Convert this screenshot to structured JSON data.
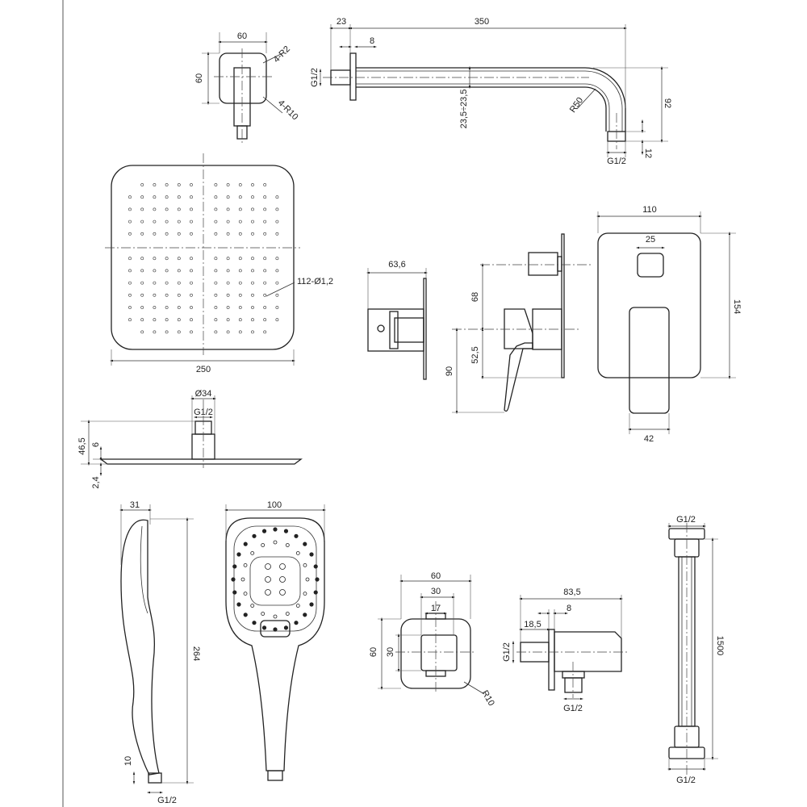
{
  "wall_bracket": {
    "width": "60",
    "height": "60",
    "corner_small": "4-R2",
    "corner_large": "4-R10"
  },
  "shower_arm": {
    "flange_offset": "23",
    "length": "350",
    "flange_thickness": "8",
    "inlet_thread": "G1/2",
    "pipe_diameter": "23,5÷23,5",
    "bend_radius": "R50",
    "drop": "92",
    "nipple_length": "12",
    "outlet_thread": "G1/2"
  },
  "overhead_shower": {
    "nozzles": "112-Ø1,2",
    "width": "250",
    "connector_diameter": "Ø34",
    "thread": "G1/2",
    "total_height": "46,5",
    "connector_height": "6",
    "plate_thickness": "2,4"
  },
  "mixer": {
    "side_depth": "63,6",
    "upper_offset": "68",
    "lower_offset": "52,5",
    "lever_drop": "90",
    "plate_width": "110",
    "diverter_width": "25",
    "plate_height": "154",
    "lever_width": "42"
  },
  "hand_shower": {
    "thickness": "31",
    "length": "264",
    "thread_length": "10",
    "thread": "G1/2",
    "head_width": "100"
  },
  "wall_outlet": {
    "plate_width": "60",
    "inner_width": "30",
    "outlet_width": "17",
    "plate_height": "60",
    "inner_height": "30",
    "corner_radius": "R10",
    "depth": "83,5",
    "flange": "8",
    "outlet_offset": "18,5",
    "inlet_thread": "G1/2",
    "outlet_thread": "G1/2"
  },
  "hose": {
    "top_thread": "G1/2",
    "length": "1500",
    "bottom_thread": "G1/2"
  }
}
